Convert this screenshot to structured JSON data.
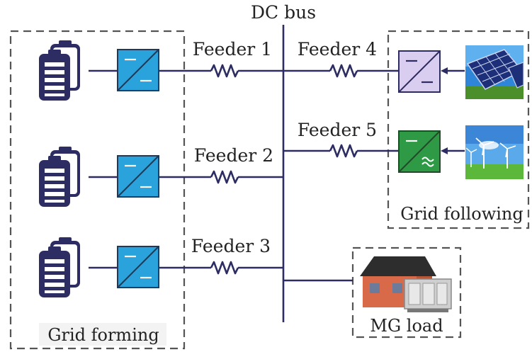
{
  "title": "DC bus",
  "groups": {
    "grid_forming": "Grid forming",
    "grid_following": "Grid following",
    "mg_load": "MG load"
  },
  "feeders": [
    "Feeder 1",
    "Feeder 2",
    "Feeder 3",
    "Feeder 4",
    "Feeder 5"
  ],
  "colors": {
    "wire": "#2e2d63",
    "converter_blue": "#2aa3dd",
    "converter_pv": "#d9cdf0",
    "converter_wind": "#2f9a45",
    "box_fill": "#f3f3f3",
    "box_border": "#555555"
  },
  "icons": {
    "battery": "battery-stack-icon",
    "converter": "dc-dc-converter-icon",
    "inverter": "ac-dc-converter-icon",
    "solar": "solar-panel-icon",
    "wind": "wind-turbine-icon",
    "load": "house-load-icon",
    "resistor": "resistor-icon"
  }
}
